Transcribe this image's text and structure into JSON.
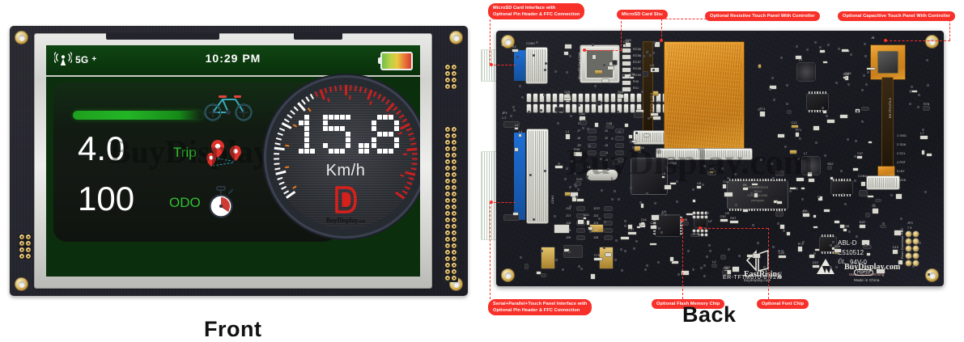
{
  "captions": {
    "front": "Front",
    "back": "Back"
  },
  "front": {
    "screen": {
      "status_bar": {
        "signal_icon": "signal-waves-icon",
        "network": "5G",
        "network_superscript": "+",
        "time": "10:29 PM",
        "battery_icon": "battery-gradient-icon"
      },
      "dashboard": {
        "progress_percent": 46,
        "rows": [
          {
            "value": "4.0",
            "label": "Trip",
            "icon": "map-pins-icon"
          },
          {
            "value": "100",
            "label": "ODO",
            "icon": "stopwatch-icon"
          }
        ],
        "bike_icon": "bicycle-icon"
      },
      "gauge": {
        "speed": "15.8",
        "unit": "Km/h",
        "brand_mark": "buydisplay-d-logo",
        "brand_text": "BuyDisplay",
        "brand_suffix": "com",
        "redline_start_deg": 62,
        "scale_min": 0,
        "scale_max": 200
      },
      "watermark": "BuyDisplay.com"
    }
  },
  "back": {
    "watermark": "BuyDisplay.com",
    "annotations": [
      {
        "id": "microsd-interface",
        "text": "MicroSD Card Interface with\nOptional Pin Header & FFC Connection"
      },
      {
        "id": "microsd-slot",
        "text": "MicroSD Card Slot"
      },
      {
        "id": "resistive-touch",
        "text": "Optional Resistive Touch Panel With Controller"
      },
      {
        "id": "capacitive-touch",
        "text": "Optional Capacitive Touch Panel With Controller"
      },
      {
        "id": "serial-parallel",
        "text": "Serial+Parallel+Touch Panel Interface with\nOptional Pin Header & FFC Connection"
      },
      {
        "id": "flash-memory",
        "text": "Optional Flash Memory Chip"
      },
      {
        "id": "font-chip",
        "text": "Optional Font Chip"
      }
    ],
    "silkscreen": {
      "part_number": "ER-TFTM070-6 V2.0",
      "brand": "EastRising",
      "brand_sub": "buydisplay.com",
      "bd_logo": "BuyDisplay.com",
      "bd_made": "Made by EastRising",
      "bd_origin": "Made in China",
      "abl": "ABL-D",
      "ul_file": "E510512",
      "ul_mark": "UL",
      "flame": "94V-0",
      "rohs": "RoHS",
      "flash_port": "Flash Download Port",
      "jp3": "JP3",
      "jp3_pins": "7  8",
      "jp3_pins2": "1  2",
      "jp1": "JP1",
      "jp1_pins": "1  2",
      "jp2": "JP2",
      "connectors": [
        "CON2",
        "CON4",
        "CON3",
        "CON5",
        "CON1"
      ],
      "microsd_label": "MicroSD Card Slot",
      "resistive_fpc": "ER-TP070-6 V2.0",
      "capacitive_fpc": "ER-TPC070-6",
      "touch_pins": [
        "1 GND",
        "2 SDA",
        "3 SCL",
        "4 RST",
        "5 INT",
        "7 VDD"
      ],
      "resistor_col": [
        "RC55",
        "RC56",
        "RC57",
        "RC58",
        "RC59",
        "R40",
        "R41"
      ],
      "jumpers_left": [
        "J7",
        "J8",
        "J9",
        "J10"
      ],
      "jumpers_right": [
        "J1",
        "J2",
        "J3",
        "J4",
        "J5"
      ],
      "jumpers_low_l": [
        "J15",
        "J17",
        "J18",
        "J19",
        "J20"
      ],
      "jumpers_low_r": [
        "J21",
        "J22",
        "J23",
        "J24",
        "J28"
      ],
      "mem_lines": [
        "A2DDMRG5113",
        "JS112",
        "S-KM9S21S0K",
        "paraguya"
      ],
      "designators": [
        "U3",
        "U4",
        "U5",
        "U6",
        "U7",
        "U8",
        "U9",
        "U10",
        "U11",
        "X1",
        "L1",
        "L2",
        "L3",
        "L6",
        "L7",
        "L8",
        "C10",
        "C11",
        "C12",
        "C13",
        "C19",
        "C20",
        "C21",
        "C27",
        "C28",
        "C30",
        "C33",
        "C34",
        "C35",
        "C36",
        "C37",
        "C38",
        "C40",
        "C44",
        "C45",
        "C47",
        "C48",
        "C50",
        "C55",
        "C56",
        "C57",
        "C59",
        "C60",
        "C70",
        "D1",
        "D2",
        "D4",
        "D10",
        "R23",
        "R30",
        "R44",
        "R46",
        "R47",
        "R48",
        "R49",
        "R52",
        "R53",
        "R54",
        "R56",
        "R71",
        "R72",
        "R73",
        "R77",
        "R78",
        "R79"
      ]
    }
  }
}
